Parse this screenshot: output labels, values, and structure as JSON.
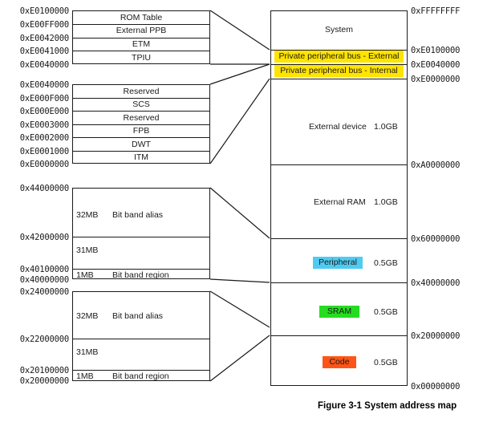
{
  "figure": {
    "caption": "Figure 3-1 System address map"
  },
  "colors": {
    "highlight_yellow": "#FFE400",
    "highlight_cyan": "#4FCBF2",
    "highlight_green": "#25DD20",
    "highlight_orange": "#FF5417",
    "line": "#1a1a1a",
    "background": "#ffffff"
  },
  "external_ppb_block": {
    "rows": [
      {
        "label": "ROM Table",
        "top_addr": "0xE0100000"
      },
      {
        "label": "External PPB",
        "top_addr": "0xE00FF000"
      },
      {
        "label": "ETM",
        "top_addr": "0xE0042000"
      },
      {
        "label": "TPIU",
        "top_addr": "0xE0041000"
      }
    ],
    "bottom_addr": "0xE0040000"
  },
  "internal_ppb_block": {
    "rows": [
      {
        "label": "Reserved",
        "top_addr": "0xE0040000"
      },
      {
        "label": "SCS",
        "top_addr": "0xE000F000"
      },
      {
        "label": "Reserved",
        "top_addr": "0xE000E000"
      },
      {
        "label": "FPB",
        "top_addr": "0xE0003000"
      },
      {
        "label": "DWT",
        "top_addr": "0xE0002000"
      },
      {
        "label": "ITM",
        "top_addr": "0xE0001000"
      }
    ],
    "bottom_addr": "0xE0000000"
  },
  "bitband_peripheral": {
    "top_addr": "0x44000000",
    "rows": [
      {
        "size": "32MB",
        "label": "Bit band alias",
        "bottom_addr": "0x42000000"
      },
      {
        "size": "31MB",
        "label": "",
        "bottom_addr": "0x40100000"
      },
      {
        "size": "1MB",
        "label": "Bit band region",
        "bottom_addr": "0x40000000"
      }
    ]
  },
  "bitband_sram": {
    "top_addr": "0x24000000",
    "rows": [
      {
        "size": "32MB",
        "label": "Bit band alias",
        "bottom_addr": "0x22000000"
      },
      {
        "size": "31MB",
        "label": "",
        "bottom_addr": "0x20100000"
      },
      {
        "size": "1MB",
        "label": "Bit band region",
        "bottom_addr": "0x20000000"
      }
    ]
  },
  "memory_map": {
    "top_addr": "0xFFFFFFFF",
    "sections": [
      {
        "name": "System",
        "size": "",
        "bottom_addr": "0xE0100000",
        "highlight": "none"
      },
      {
        "name": "Private peripheral bus - External",
        "size": "",
        "bottom_addr": "0xE0040000",
        "highlight": "yellow"
      },
      {
        "name": "Private peripheral bus - Internal",
        "size": "",
        "bottom_addr": "0xE0000000",
        "highlight": "yellow"
      },
      {
        "name": "External device",
        "size": "1.0GB",
        "bottom_addr": "0xA0000000",
        "highlight": "none"
      },
      {
        "name": "External RAM",
        "size": "1.0GB",
        "bottom_addr": "0x60000000",
        "highlight": "none"
      },
      {
        "name": "Peripheral",
        "size": "0.5GB",
        "bottom_addr": "0x40000000",
        "highlight": "cyan"
      },
      {
        "name": "SRAM",
        "size": "0.5GB",
        "bottom_addr": "0x20000000",
        "highlight": "green"
      },
      {
        "name": "Code",
        "size": "0.5GB",
        "bottom_addr": "0x00000000",
        "highlight": "orange"
      }
    ]
  }
}
